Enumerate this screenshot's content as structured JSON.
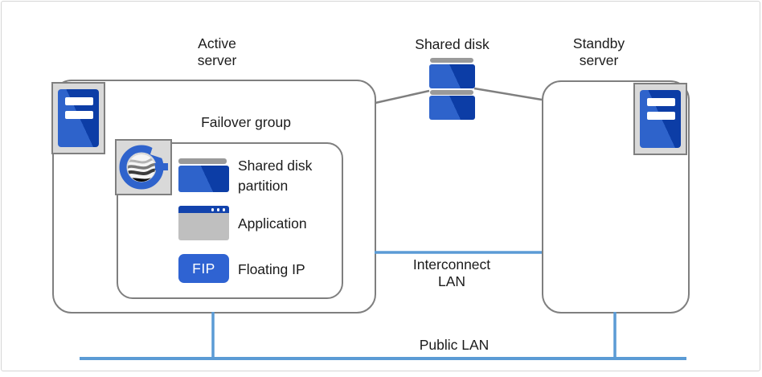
{
  "labels": {
    "active_server": {
      "line1": "Active",
      "line2": "server"
    },
    "shared_disk": "Shared disk",
    "standby_server": {
      "line1": "Standby",
      "line2": "server"
    },
    "failover_group": "Failover group",
    "shared_disk_partition": {
      "line1": "Shared disk",
      "line2": "partition"
    },
    "application": "Application",
    "fip_badge": "FIP",
    "floating_ip": "Floating IP",
    "interconnect_lan": {
      "line1": "Interconnect",
      "line2": "LAN"
    },
    "public_lan": "Public LAN"
  },
  "colors": {
    "box_border_gray": "#7f7f7f",
    "lan_line_blue": "#5b9bd5",
    "connector_gray": "#7f7f7f",
    "icon_blue_light": "#2e63cb",
    "icon_blue_dark": "#0c3da6",
    "fip_blue": "#2f63d2",
    "app_titlebar_blue": "#1243ad",
    "icon_bg_gray": "#d9d9d9",
    "disk_cap_gray": "#9a9a9a",
    "app_body_gray": "#bfbfbf",
    "text_color": "#1b1b1b",
    "frame_gray": "#d5d5d5"
  },
  "icons": {
    "active_server_icon": "server-icon",
    "standby_server_icon": "server-icon",
    "shared_disk_icon": "disk-stack-icon",
    "clusterpro_logo": "clusterpro-g-logo-icon",
    "shared_disk_partition_icon": "disk-partition-icon",
    "application_icon": "app-window-icon",
    "floating_ip_icon": "fip-badge"
  }
}
